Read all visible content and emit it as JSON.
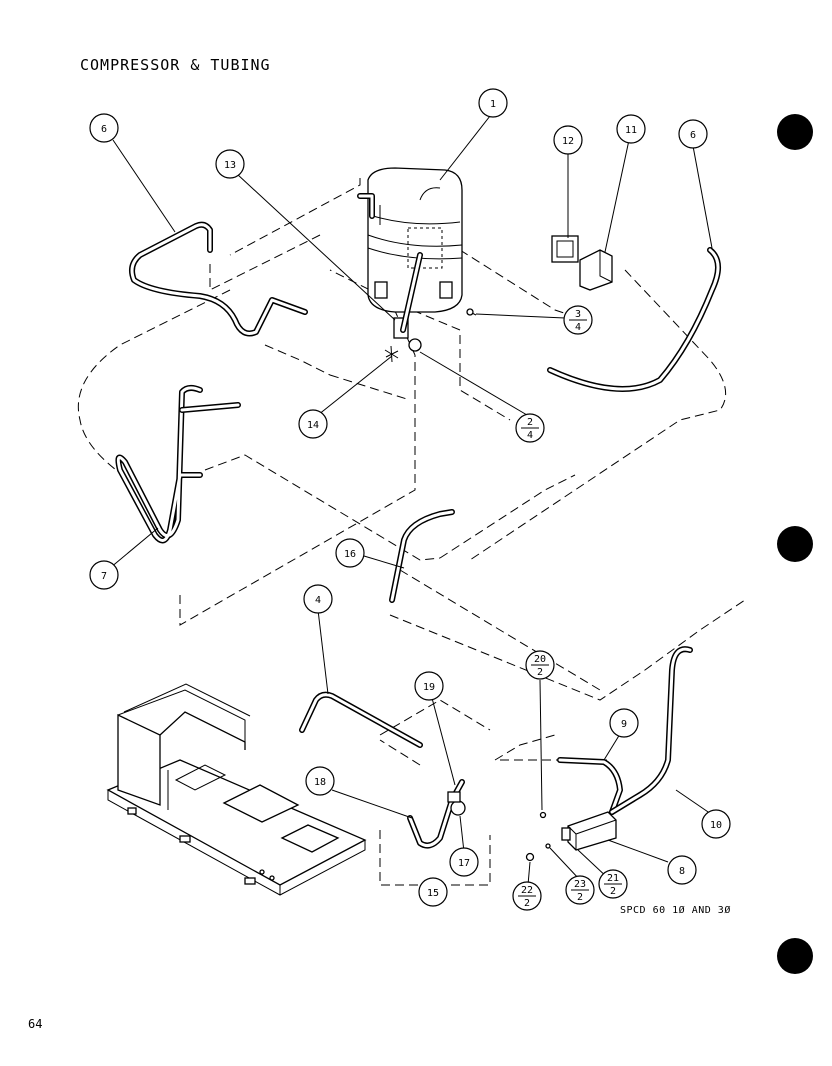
{
  "title": "COMPRESSOR & TUBING",
  "model_note": "SPCD 60 1Ø AND 3Ø",
  "page_number": "64",
  "callouts": {
    "c1": "1",
    "c6a": "6",
    "c6b": "6",
    "c13": "13",
    "c12": "12",
    "c11": "11",
    "c3": "3",
    "c3sub": "4",
    "c2": "2",
    "c2sub": "4",
    "c14": "14",
    "c7": "7",
    "c16": "16",
    "c4": "4",
    "c19": "19",
    "c18": "18",
    "c17": "17",
    "c15": "15",
    "c20": "20",
    "c20sub": "2",
    "c9": "9",
    "c10": "10",
    "c8": "8",
    "c21": "21",
    "c21sub": "2",
    "c22": "22",
    "c22sub": "2",
    "c23": "23",
    "c23sub": "2"
  }
}
